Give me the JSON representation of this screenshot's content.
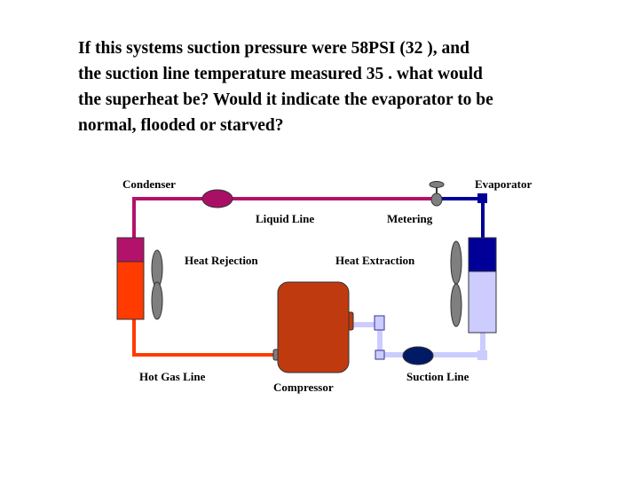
{
  "question": {
    "lines": [
      "If this systems suction pressure were 58PSI (32 ), and",
      "the suction line temperature measured 35 . what would",
      "the superheat be? Would it indicate the evaporator to be",
      "normal,  flooded or starved?"
    ]
  },
  "diagram": {
    "labels": {
      "condenser": "Condenser",
      "evaporator": "Evaporator",
      "liquid_line": "Liquid Line",
      "metering": "Metering",
      "heat_rejection": "Heat Rejection",
      "heat_extraction": "Heat Extraction",
      "hot_gas_line": "Hot Gas Line",
      "compressor": "Compressor",
      "suction_line": "Suction Line"
    },
    "colors": {
      "liquid_line": "#b3126a",
      "hot_gas": "#ff3b00",
      "low_pressure_vapor": "#ccccff",
      "low_pressure_liquid": "#000099",
      "compressor": "#c03a10",
      "fan": "#7f7f7f",
      "filter_drier": "#aa0f66",
      "suction_accumulator": "#001a66"
    }
  }
}
